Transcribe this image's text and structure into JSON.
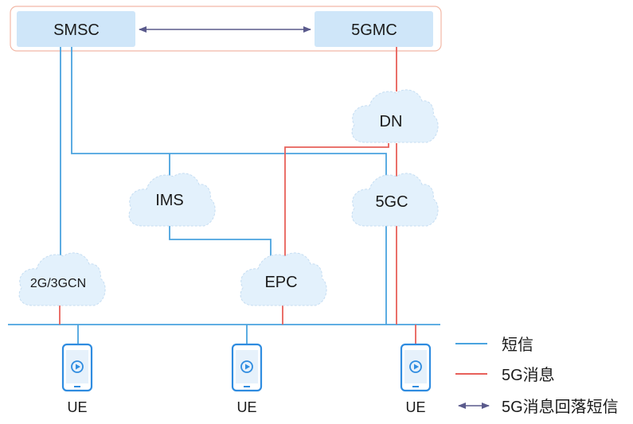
{
  "nodes": {
    "smsc": "SMSC",
    "gmc": "5GMC",
    "dn": "DN",
    "ims": "IMS",
    "fivegc": "5GC",
    "cn23": "2G/3GCN",
    "epc": "EPC"
  },
  "ue_labels": [
    "UE",
    "UE",
    "UE"
  ],
  "legend": {
    "sms": "短信",
    "msg5g": "5G消息",
    "fallback": "5G消息回落短信"
  },
  "colors": {
    "sms_line": "#4aa3df",
    "msg5g_line": "#e8605a",
    "fallback_arrow": "#5a5a8c",
    "box_fill": "#cfe6f9",
    "cloud_fill": "#e3f1fc",
    "phone": "#2f8ce0",
    "frame": "#f2b8a6"
  }
}
